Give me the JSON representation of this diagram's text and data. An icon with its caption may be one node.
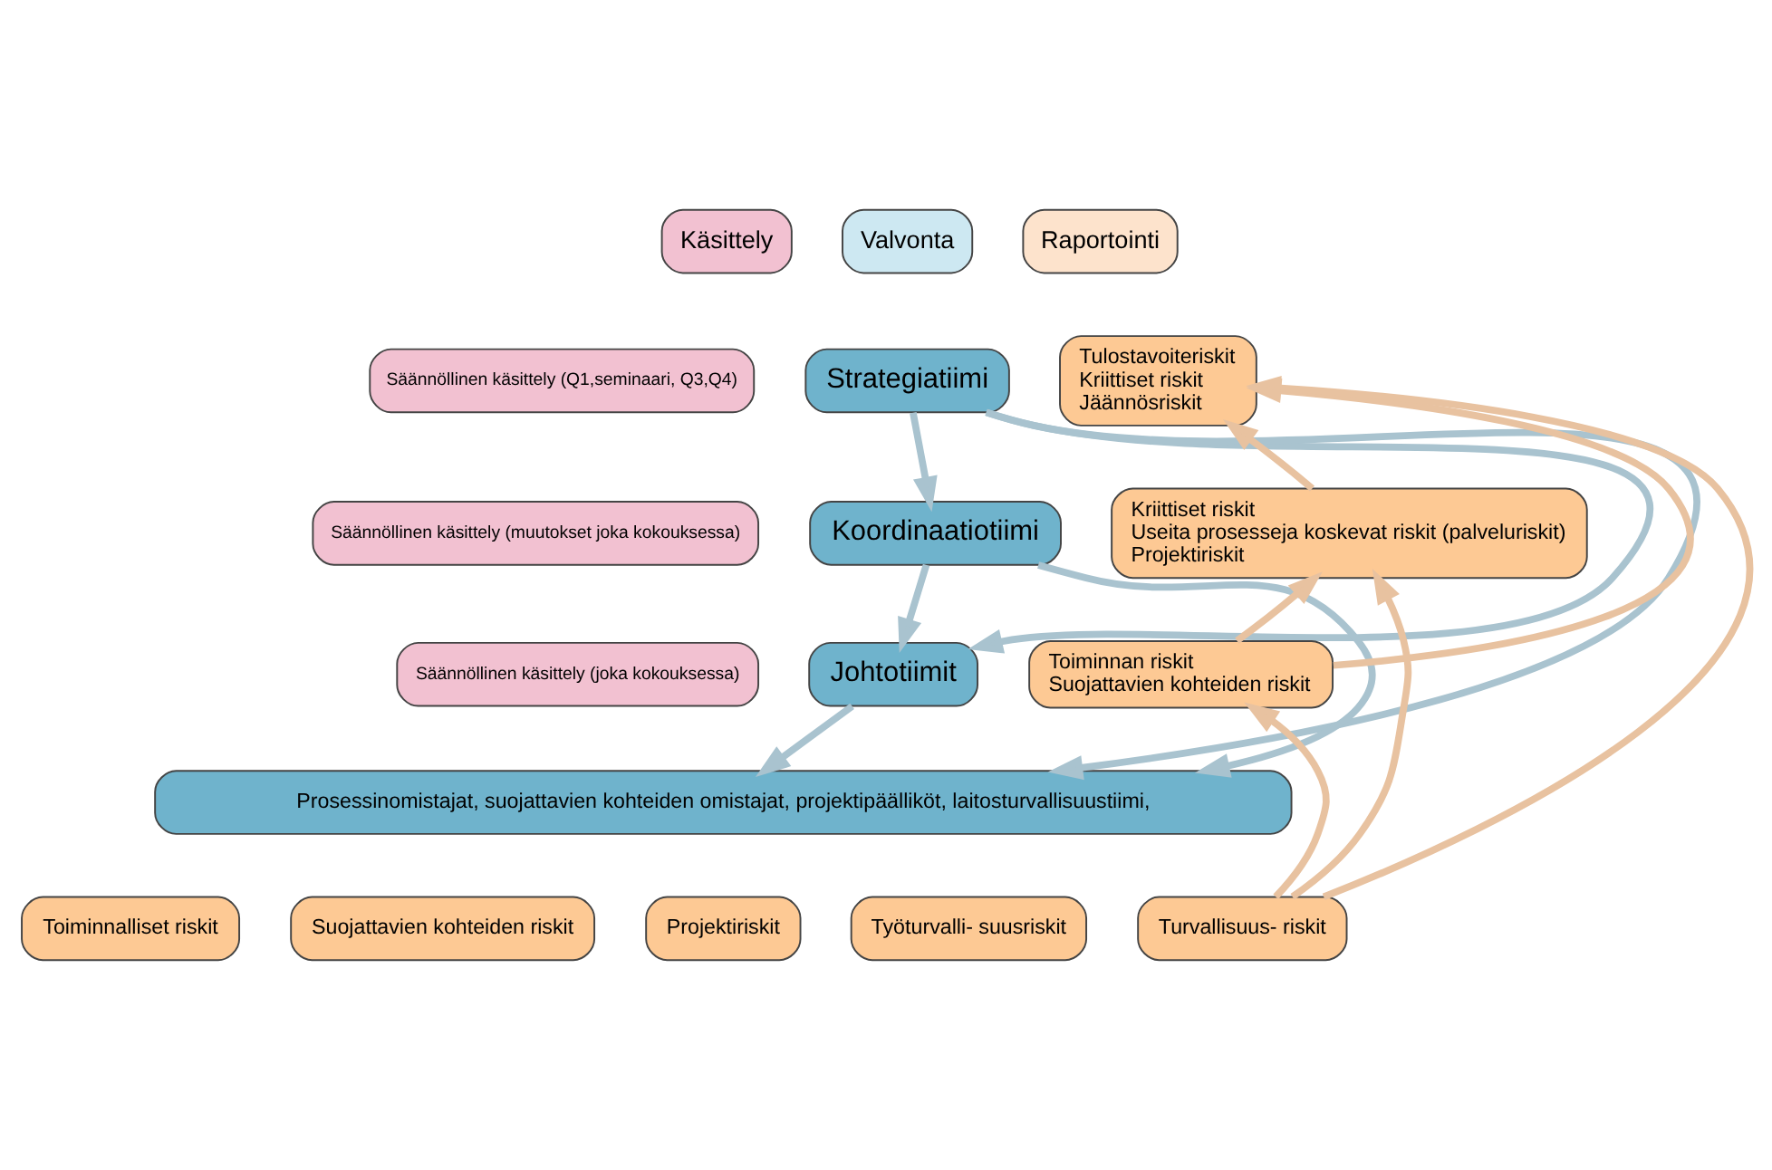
{
  "diagram": {
    "nodes": [
      {
        "text": [
          "Käsittely"
        ]
      },
      {
        "text": [
          "Valvonta"
        ]
      },
      {
        "text": [
          "Raportointi"
        ]
      },
      {
        "text": [
          "Säännöllinen käsittely (Q1,seminaari, Q3,Q4)"
        ]
      },
      {
        "text": [
          "Strategiatiimi"
        ]
      },
      {
        "text": [
          "Tulostavoiteriskit",
          "Kriittiset riskit",
          "Jäännösriskit"
        ]
      },
      {
        "text": [
          "Säännöllinen käsittely (muutokset joka kokouksessa)"
        ]
      },
      {
        "text": [
          "Koordinaatiotiimi"
        ]
      },
      {
        "text": [
          "Kriittiset riskit",
          "Useita prosesseja koskevat riskit (palveluriskit)",
          "Projektiriskit"
        ]
      },
      {
        "text": [
          "Säännöllinen käsittely (joka kokouksessa)"
        ]
      },
      {
        "text": [
          "Johtotiimit"
        ]
      },
      {
        "text": [
          "Toiminnan riskit",
          "Suojattavien kohteiden riskit"
        ]
      },
      {
        "text": [
          "Prosessinomistajat, suojattavien kohteiden omistajat, projektipäälliköt, laitosturvallisuustiimi,"
        ]
      },
      {
        "text": [
          "Toiminnalliset riskit"
        ]
      },
      {
        "text": [
          "Suojattavien kohteiden riskit"
        ]
      },
      {
        "text": [
          "Projektiriskit"
        ]
      },
      {
        "text": [
          "Työturvalli- suusriskit"
        ]
      },
      {
        "text": [
          "Turvallisuus- riskit"
        ]
      }
    ],
    "edges": [
      {
        "from": 4,
        "to": 7,
        "arrow": "to",
        "color": "#a9c3cf"
      },
      {
        "from": 4,
        "to": 10,
        "arrow": "to",
        "color": "#a9c3cf"
      },
      {
        "from": 4,
        "to": 12,
        "arrow": "to",
        "color": "#a9c3cf"
      },
      {
        "from": 7,
        "to": 10,
        "arrow": "to",
        "color": "#a9c3cf"
      },
      {
        "from": 7,
        "to": 12,
        "arrow": "to",
        "color": "#a9c3cf"
      },
      {
        "from": 10,
        "to": 12,
        "arrow": "to",
        "color": "#a9c3cf"
      },
      {
        "from": 8,
        "to": 5,
        "arrow": "to"
      },
      {
        "from": 11,
        "to": 5,
        "arrow": "to"
      },
      {
        "from": 17,
        "to": 5,
        "arrow": "to"
      },
      {
        "from": 11,
        "to": 8,
        "arrow": "to"
      },
      {
        "from": 17,
        "to": 8,
        "arrow": "to"
      },
      {
        "from": 17,
        "to": 11,
        "arrow": "to"
      }
    ]
  }
}
